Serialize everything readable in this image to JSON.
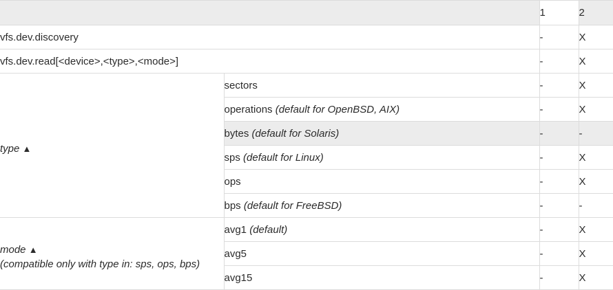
{
  "table": {
    "columns": {
      "label_header": "",
      "value_header": "",
      "num_headers": [
        "1",
        "2"
      ]
    },
    "keys": [
      {
        "name": "vfs.dev.discovery",
        "col1": "-",
        "col2": "X"
      },
      {
        "name": "vfs.dev.read[<device>,<type>,<mode>]",
        "col1": "-",
        "col2": "X"
      }
    ],
    "groups": [
      {
        "label": "type",
        "sort_icon": "triangle-up-icon",
        "sort_glyph": "▲",
        "note": "",
        "rows": [
          {
            "value": "sectors",
            "note": "",
            "col1": "-",
            "col2": "X",
            "highlighted": false
          },
          {
            "value": "operations",
            "note": "(default for OpenBSD, AIX)",
            "col1": "-",
            "col2": "X",
            "highlighted": false
          },
          {
            "value": "bytes",
            "note": "(default for Solaris)",
            "col1": "-",
            "col2": "-",
            "highlighted": true
          },
          {
            "value": "sps",
            "note": "(default for Linux)",
            "col1": "-",
            "col2": "X",
            "highlighted": false
          },
          {
            "value": "ops",
            "note": "",
            "col1": "-",
            "col2": "X",
            "highlighted": false
          },
          {
            "value": "bps",
            "note": "(default for FreeBSD)",
            "col1": "-",
            "col2": "-",
            "highlighted": false
          }
        ]
      },
      {
        "label": "mode",
        "sort_icon": "triangle-up-icon",
        "sort_glyph": "▲",
        "note": "(compatible only with type in: sps, ops, bps)",
        "rows": [
          {
            "value": "avg1",
            "note": "(default)",
            "col1": "-",
            "col2": "X",
            "highlighted": false
          },
          {
            "value": "avg5",
            "note": "",
            "col1": "-",
            "col2": "X",
            "highlighted": false
          },
          {
            "value": "avg15",
            "note": "",
            "col1": "-",
            "col2": "X",
            "highlighted": false
          }
        ]
      }
    ]
  },
  "colors": {
    "header_gray": "#ececec",
    "border": "#dcdcdc",
    "text": "#2b2b2b",
    "row_highlight": "#ececec"
  }
}
